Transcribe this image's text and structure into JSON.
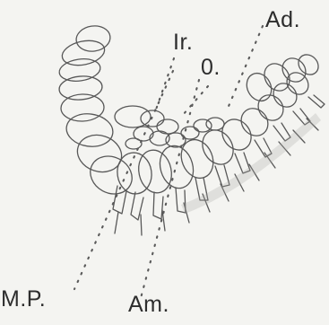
{
  "labels": {
    "ir": "Ir.",
    "o": "0.",
    "ad": "Ad.",
    "mp": "M.P.",
    "am": "Am."
  }
}
